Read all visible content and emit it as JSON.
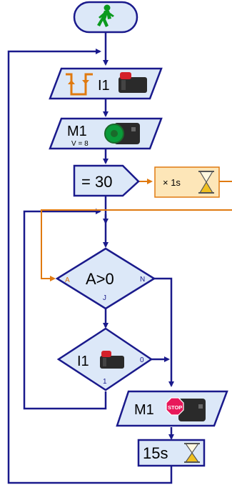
{
  "colors": {
    "flow_line": "#1a1a8c",
    "orange_line": "#e07a10",
    "block_fill": "#dce8f8",
    "block_stroke": "#1a1a8c",
    "timer_fill": "#fde6b8",
    "timer_stroke": "#e07a10",
    "start_icon": "#0a9a1e",
    "stop_sign": "#e8185a",
    "input_red": "#d4202a",
    "port_orange": "#e07a10",
    "diamond_fill": "#dce8f8"
  },
  "blocks": {
    "start": {
      "icon": "walking-man-green-icon"
    },
    "input_wait": {
      "label": "I1",
      "icon": "pushbutton-switch-icon",
      "edge_icon": "rising-falling-edge-icon"
    },
    "motor_on": {
      "label": "M1",
      "speed": "V = 8",
      "icon": "motor-green-icon"
    },
    "counter_set": {
      "label": "= 30"
    },
    "timer_tick": {
      "label": "× 1s",
      "icon": "hourglass-icon"
    },
    "compare": {
      "label": "A>0",
      "port_a": "A",
      "port_n": "N",
      "port_j": "J"
    },
    "input_check": {
      "label": "I1",
      "out_0": "0",
      "out_1": "1",
      "icon": "pushbutton-switch-icon"
    },
    "motor_stop": {
      "label": "M1",
      "stop_text": "STOP",
      "icon": "motor-stop-icon"
    },
    "delay": {
      "label": "15s",
      "icon": "hourglass-icon"
    }
  }
}
